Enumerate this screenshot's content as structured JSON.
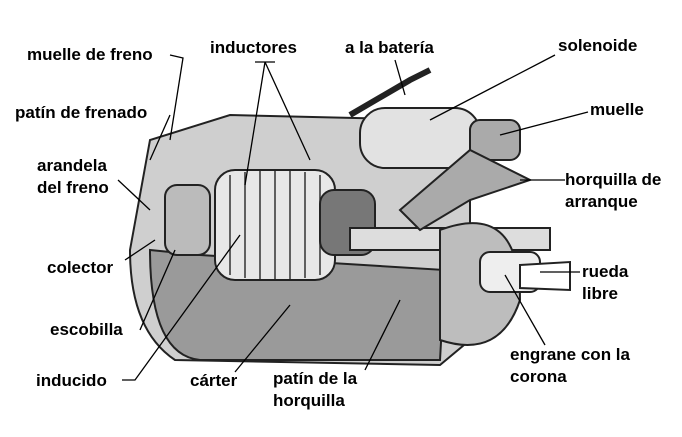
{
  "labels": {
    "muelle_de_freno": "muelle de freno",
    "patin_de_frenado": "patín de frenado",
    "arandela": [
      "arandela",
      "del freno"
    ],
    "colector": "colector",
    "escobilla": "escobilla",
    "inducido": "inducido",
    "carter": "cárter",
    "patin_horquilla": [
      "patín de la",
      "horquilla"
    ],
    "inductores": "inductores",
    "a_la_bateria": "a la batería",
    "solenoide": "solenoide",
    "muelle": "muelle",
    "horquilla_arranque": [
      "horquilla de",
      "arranque"
    ],
    "rueda_libre": [
      "rueda",
      "libre"
    ],
    "engrane": [
      "engrane con la",
      "corona"
    ]
  },
  "colors": {
    "ink": "#1a1a1a",
    "shade": "#8a8a8a",
    "light": "#d6d6d6"
  }
}
